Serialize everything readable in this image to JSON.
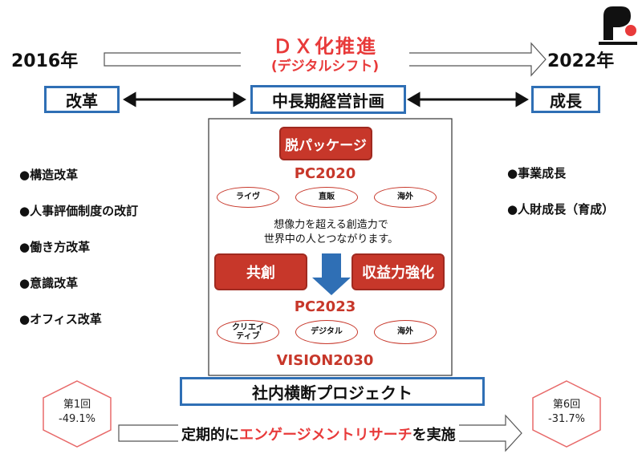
{
  "header": {
    "year_start": "2016年",
    "year_end": "2022年",
    "title_line1": "ＤＸ化推進",
    "title_line2": "(デジタルシフト)"
  },
  "boxes": {
    "left": "改革",
    "center": "中長期経営計画",
    "right": "成長",
    "bottom": "社内横断プロジェクト"
  },
  "left_list": [
    "●構造改革",
    "●人事評価制度の改訂",
    "●働き方改革",
    "●意識改革",
    "●オフィス改革"
  ],
  "right_list": [
    "●事業成長",
    "●人財成長（育成）"
  ],
  "center_panel": {
    "top_red": "脱パッケージ",
    "pc2020": "PC2020",
    "ovals_2020": [
      "ライヴ",
      "直販",
      "海外"
    ],
    "slogan_line1": "想像力を超える創造力で",
    "slogan_line2": "世界中の人とつながります。",
    "left_red": "共創",
    "right_red": "収益力強化",
    "pc2023": "PC2023",
    "ovals_2023": [
      "クリエイ\nティブ",
      "デジタル",
      "海外"
    ],
    "vision": "VISION2030"
  },
  "survey": {
    "prefix": "定期的に",
    "highlight": "エンゲージメントリサーチ",
    "suffix": "を実施"
  },
  "hex_left": {
    "line1": "第1回",
    "line2": "-49.1%"
  },
  "hex_right": {
    "line1": "第6回",
    "line2": "-31.7%"
  },
  "colors": {
    "accent_red": "#e83a3a",
    "box_red": "#c7372a",
    "box_blue": "#2f6fb5",
    "arrow_blue": "#2f6fb5"
  }
}
